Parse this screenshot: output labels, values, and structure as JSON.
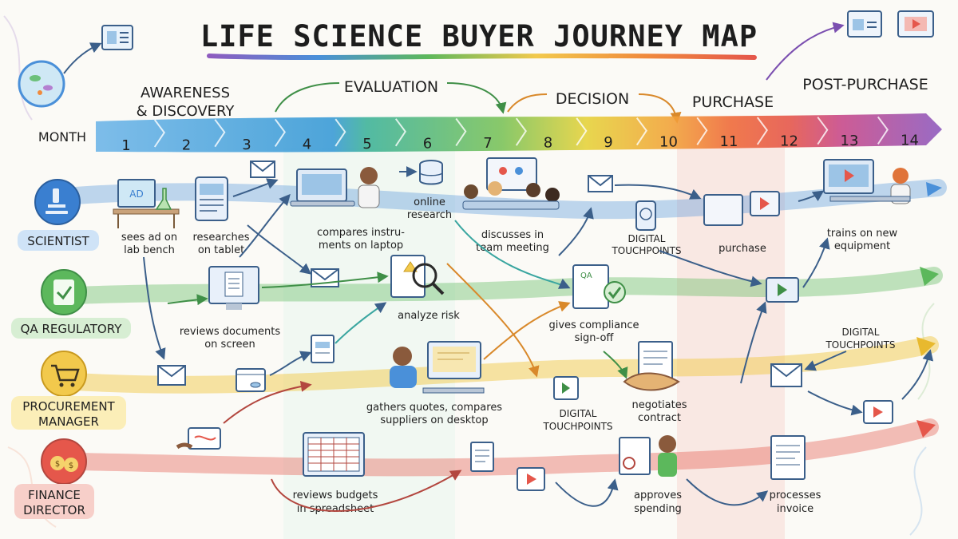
{
  "title": "LIFE SCIENCE BUYER JOURNEY MAP",
  "month_label": "MONTH",
  "months": [
    "1",
    "2",
    "3",
    "4",
    "5",
    "6",
    "7",
    "8",
    "9",
    "10",
    "11",
    "12",
    "13",
    "14"
  ],
  "phases": {
    "awareness_line1": "AWARENESS",
    "awareness_line2": "& DISCOVERY",
    "evaluation": "EVALUATION",
    "decision": "DECISION",
    "purchase": "PURCHASE",
    "post_purchase": "POST-PURCHASE"
  },
  "roles": {
    "scientist": "SCIENTIST",
    "qa": "QA REGULATORY",
    "procurement_line1": "PROCUREMENT",
    "procurement_line2": "MANAGER",
    "finance_line1": "FINANCE",
    "finance_line2": "DIRECTOR"
  },
  "steps": {
    "s1_l1": "sees ad on",
    "s1_l2": "lab bench",
    "s2_l1": "researches",
    "s2_l2": "on tablet",
    "s3_l1": "compares instru-",
    "s3_l2": "ments on laptop",
    "s4_l1": "online",
    "s4_l2": "research",
    "s5_l1": "discusses in",
    "s5_l2": "team meeting",
    "s6_l1": "DIGITAL",
    "s6_l2": "TOUCHPOINTS",
    "s7": "purchase",
    "s8_l1": "trains on new",
    "s8_l2": "equipment",
    "q1_l1": "reviews documents",
    "q1_l2": "on screen",
    "q2": "analyze risk",
    "q3_l1": "gives compliance",
    "q3_l2": "sign-off",
    "q4_l1": "DIGITAL",
    "q4_l2": "TOUCHPOINTS",
    "p1_l1": "gathers quotes, compares",
    "p1_l2": "suppliers on desktop",
    "p2_l1": "DIGITAL",
    "p2_l2": "TOUCHPOINTS",
    "p3_l1": "negotiates",
    "p3_l2": "contract",
    "f1_l1": "reviews budgets",
    "f1_l2": "in spreadsheet",
    "f2_l1": "approves",
    "f2_l2": "spending",
    "f3_l1": "processes",
    "f3_l2": "invoice"
  },
  "colors": {
    "blue": "#4a90d9",
    "green": "#5cb85c",
    "yellow": "#f2c94c",
    "red": "#e5574b",
    "purple": "#8e5bbf",
    "teal": "#3aa6a0",
    "orange": "#f08a3c",
    "ink": "#2b2b2b"
  }
}
